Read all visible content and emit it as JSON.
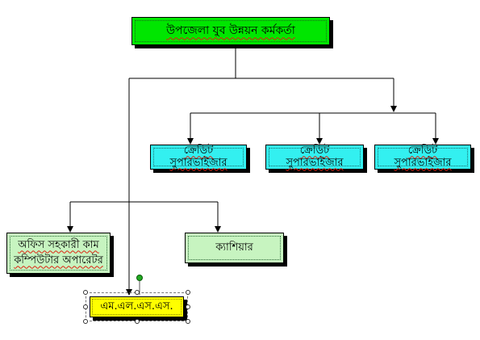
{
  "colors": {
    "top": "#00e600",
    "credit": "#33f0f0",
    "staff": "#c7f4c0",
    "mls": "#ffff00",
    "line": "#000000",
    "rotate_handle": "#22aa22"
  },
  "top": {
    "label": "উপজেলা যুব উন্নয়ন কর্মকর্তা"
  },
  "credit_supervisors": [
    {
      "label": "ক্রেডিট সুপারভাইজার"
    },
    {
      "label": "ক্রেডিট সুপারভাইজার"
    },
    {
      "label": "ক্রেডিট সুপারভাইজার"
    }
  ],
  "office_assistant": {
    "line1": "অফিস সহকারী কাম",
    "line2": "কম্পিউটার অপারেটর"
  },
  "cashier": {
    "label": "ক্যাশিয়ার"
  },
  "mlss": {
    "label": "এম.এল.এস.এস."
  }
}
